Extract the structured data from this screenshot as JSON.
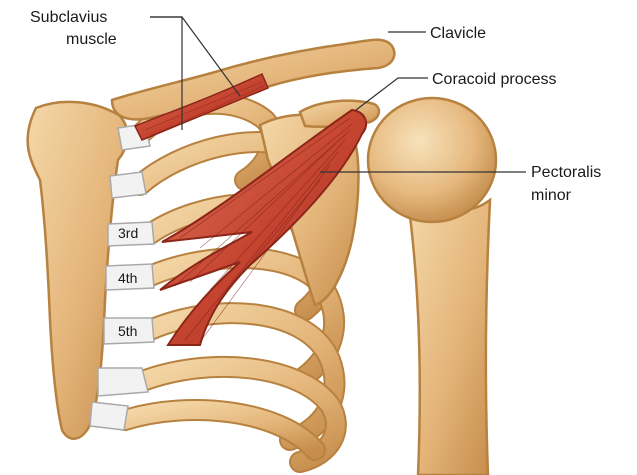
{
  "colors": {
    "bone": "#e4b57a",
    "bone_dark": "#b7813f",
    "bone_light": "#f2d3a2",
    "cartilage": "#f3f3f3",
    "cartilage_dark": "#c9c9c9",
    "muscle": "#c2412f",
    "muscle_dark": "#8c2619",
    "muscle_light": "#e0735c",
    "leader": "#333333"
  },
  "labels": {
    "subclavius_line1": "Subclavius",
    "subclavius_line2": "muscle",
    "clavicle": "Clavicle",
    "coracoid": "Coracoid process",
    "pectoralis_line1": "Pectoralis",
    "pectoralis_line2": "minor"
  },
  "ribs": {
    "third": "3rd",
    "fourth": "4th",
    "fifth": "5th"
  }
}
